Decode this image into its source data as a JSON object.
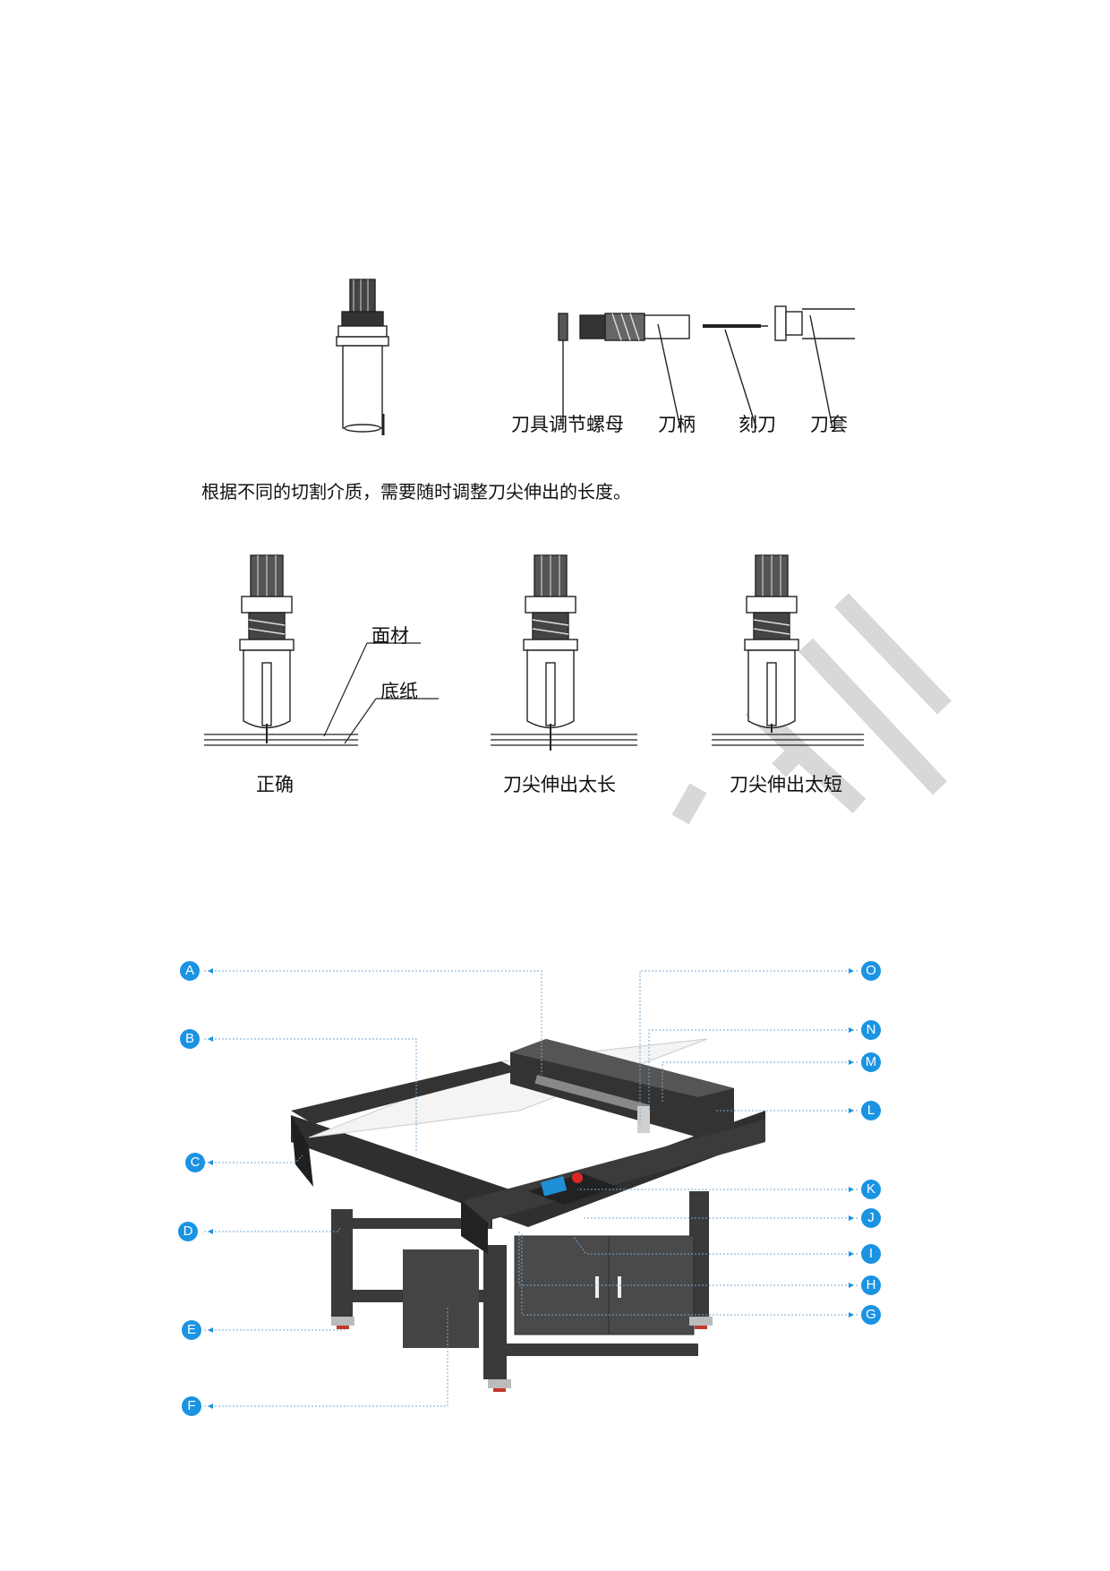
{
  "diagram1": {
    "labels": {
      "nut": "刀具调节螺母",
      "handle": "刀柄",
      "blade": "刻刀",
      "sleeve": "刀套"
    }
  },
  "instruction": "根据不同的切割介质，需要随时调整刀尖伸出的长度。",
  "diagram2": {
    "face_material": "面材",
    "backing_paper": "底纸",
    "states": {
      "correct": "正确",
      "too_long": "刀尖伸出太长",
      "too_short": "刀尖伸出太短"
    }
  },
  "machine": {
    "callouts": [
      "A",
      "B",
      "C",
      "D",
      "E",
      "F",
      "G",
      "H",
      "I",
      "J",
      "K",
      "L",
      "M",
      "N",
      "O"
    ],
    "callout_color": "#1a93e3"
  }
}
